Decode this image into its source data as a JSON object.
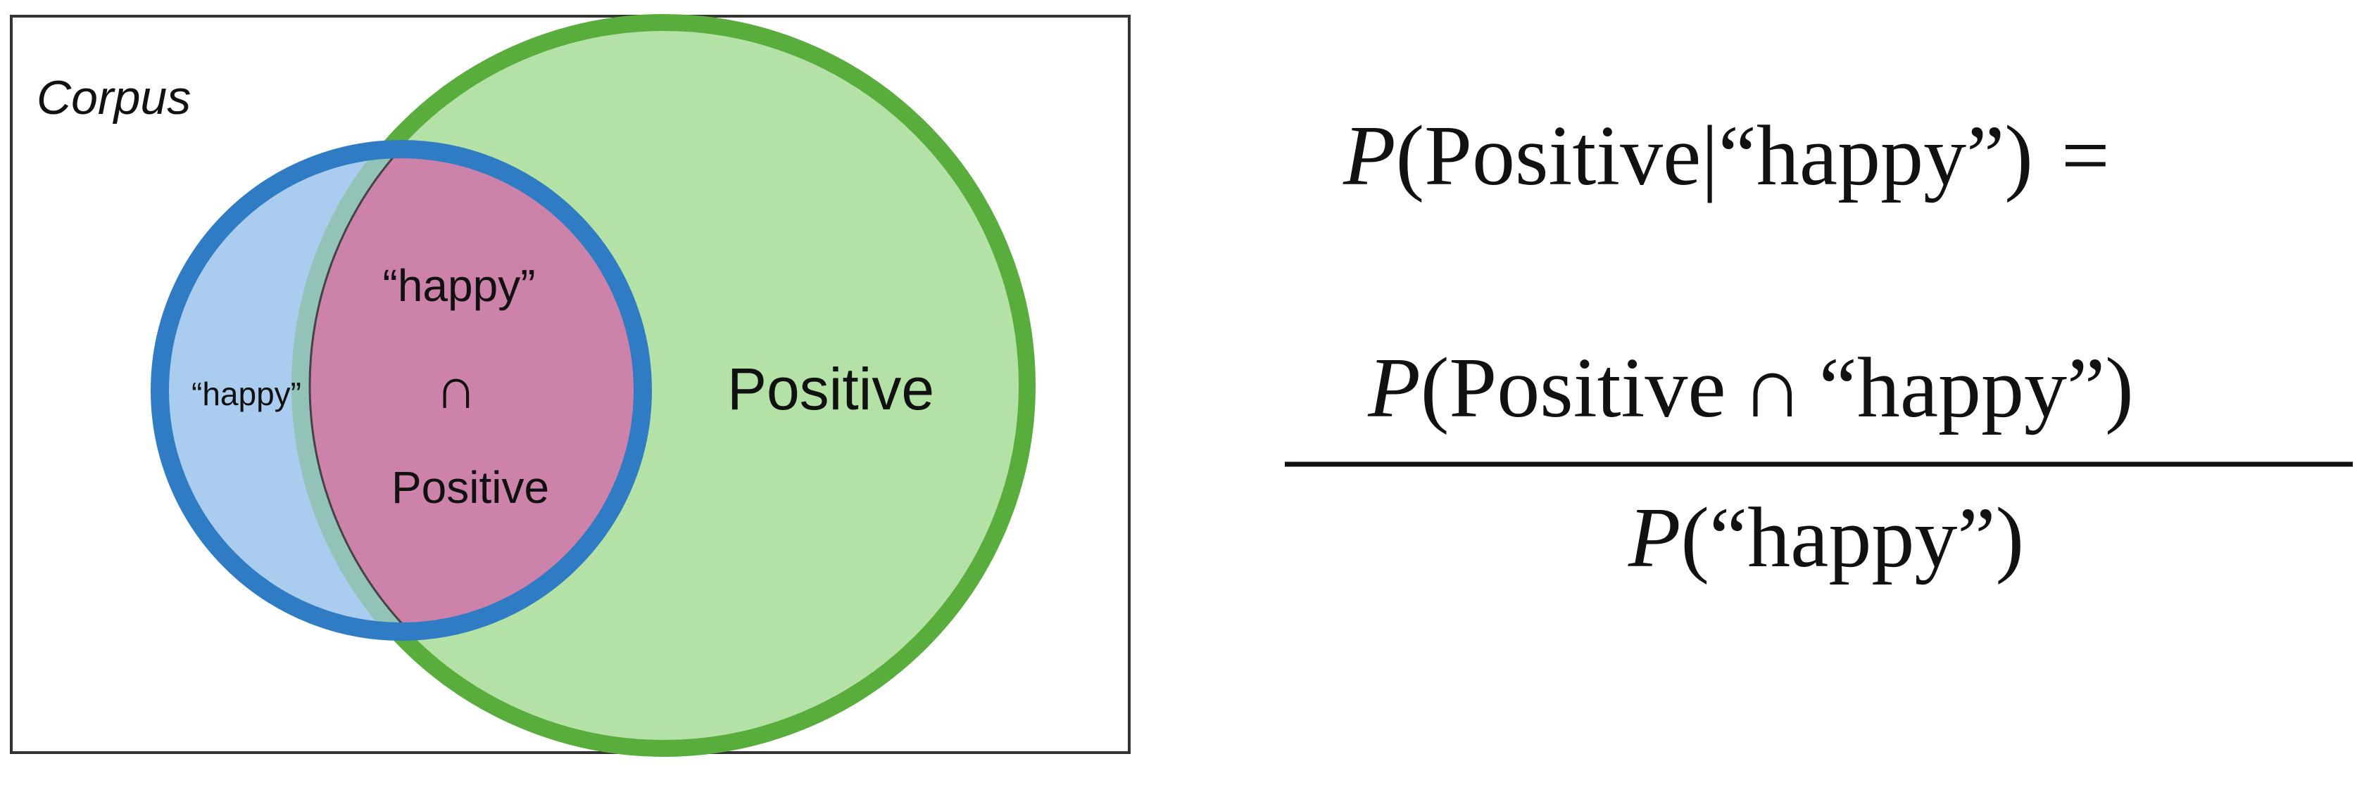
{
  "diagram": {
    "corpus_label": "Corpus",
    "happy_only_label": "“happy”",
    "intersection": {
      "top_label": "“happy”",
      "symbol": "∩",
      "bottom_label": "Positive"
    },
    "positive_label": "Positive",
    "colors": {
      "blue_ring": "#2f7bc4",
      "blue_fill": "#a9ccef",
      "green_ring": "#58ad3c",
      "green_fill": "#b4e1a6",
      "intersection_fill": "#cd82aa",
      "teal_overlap": "#93c2b8"
    }
  },
  "formula": {
    "line1": {
      "p": "P",
      "open": "(",
      "event": "Positive",
      "bar": "|",
      "given": "“happy”",
      "close": ")",
      "equals": "="
    },
    "numerator": {
      "p": "P",
      "open": "(",
      "event1": "Positive",
      "cap": "∩",
      "event2": "“happy”",
      "close": ")"
    },
    "denominator": {
      "p": "P",
      "open": "(",
      "event": "“happy”",
      "close": ")"
    }
  }
}
